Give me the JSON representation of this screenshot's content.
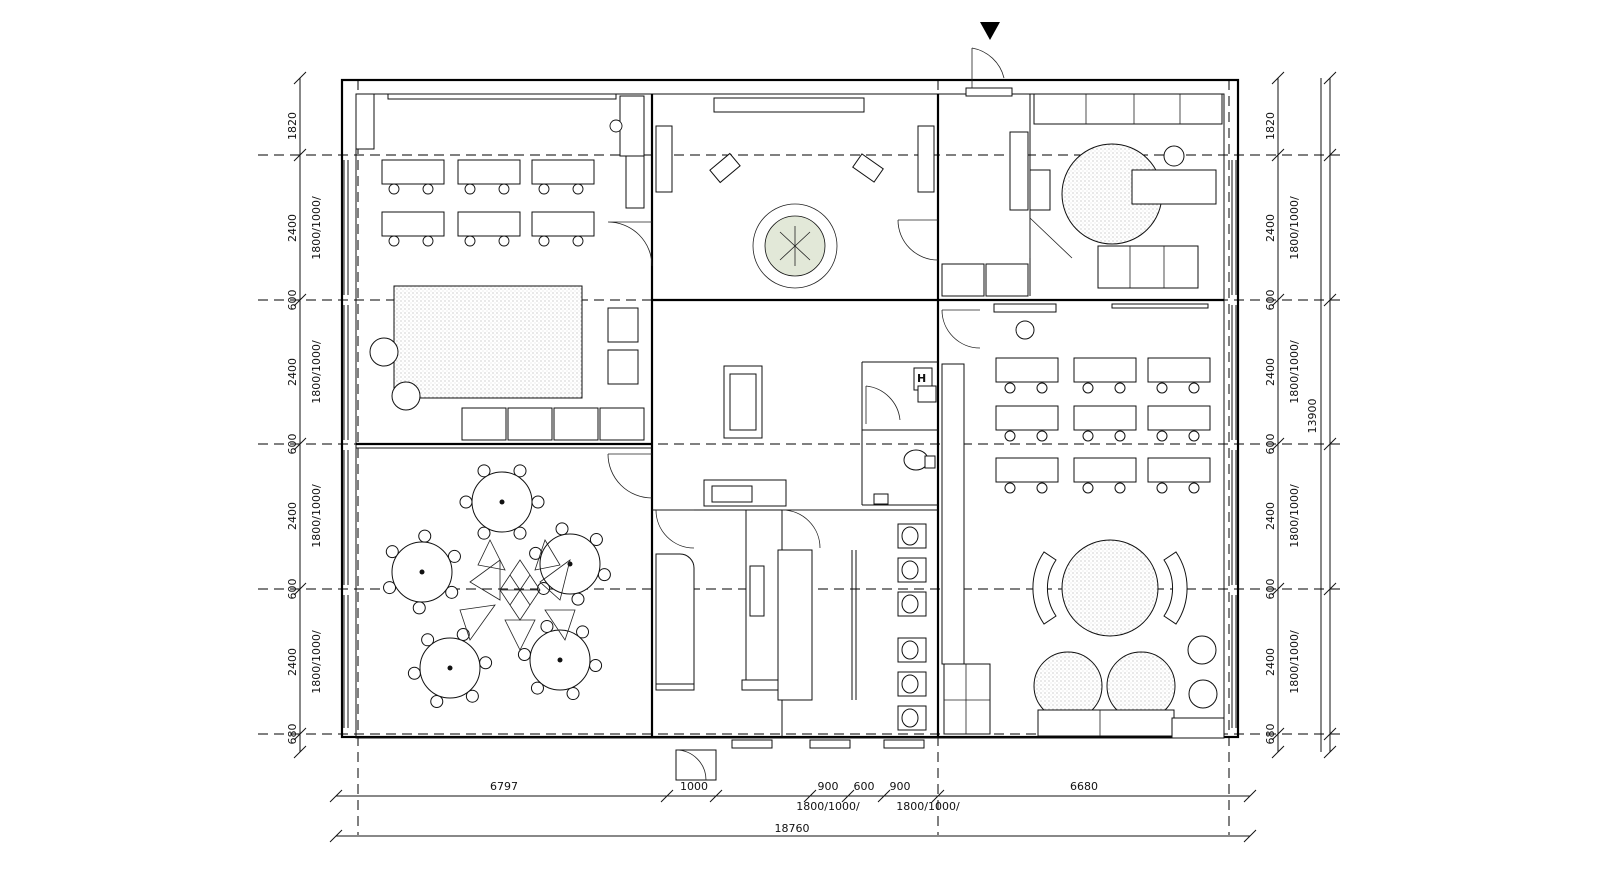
{
  "dimensions": {
    "left_rows": [
      {
        "main": "1820",
        "sub": ""
      },
      {
        "main": "2400",
        "sub": "1800/1000/"
      },
      {
        "main": "600",
        "sub": ""
      },
      {
        "main": "2400",
        "sub": "1800/1000/"
      },
      {
        "main": "600",
        "sub": ""
      },
      {
        "main": "2400",
        "sub": "1800/1000/"
      },
      {
        "main": "600",
        "sub": ""
      },
      {
        "main": "2400",
        "sub": "1800/1000/"
      },
      {
        "main": "680",
        "sub": ""
      }
    ],
    "right_rows": [
      {
        "main": "1820",
        "sub": ""
      },
      {
        "main": "2400",
        "sub": "1800/1000/"
      },
      {
        "main": "600",
        "sub": ""
      },
      {
        "main": "2400",
        "sub": "1800/1000/"
      },
      {
        "main": "600",
        "sub": ""
      },
      {
        "main": "2400",
        "sub": "1800/1000/"
      },
      {
        "main": "600",
        "sub": ""
      },
      {
        "main": "2400",
        "sub": "1800/1000/"
      },
      {
        "main": "680",
        "sub": ""
      }
    ],
    "overall_height": "13900",
    "bottom": {
      "left_span": "6797",
      "door": "1000",
      "seg1": "900",
      "seg2": "600",
      "seg3": "900",
      "right_span": "6680",
      "sub1": "1800/1000/",
      "sub2": "1800/1000/",
      "overall_width": "18760"
    }
  },
  "toilet_sign": "H"
}
